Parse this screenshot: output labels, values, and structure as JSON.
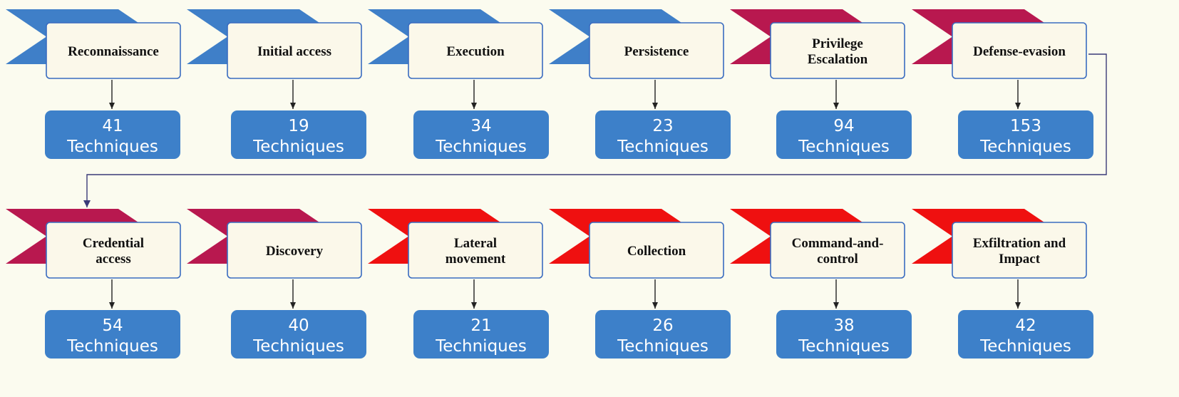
{
  "colors": {
    "background": "#fbfbef",
    "chevron_blue": "#3f7fc8",
    "chevron_crimson": "#b8184f",
    "chevron_red": "#ef1010",
    "label_box_fill": "#fbf8ea",
    "label_box_border": "#3a6cc0",
    "count_box_fill": "#3d80c9",
    "arrow": "#222222",
    "connector": "#3a3a78"
  },
  "rows": [
    {
      "tactics": [
        {
          "label": [
            "Reconnaissance"
          ],
          "count": "41",
          "unit": "Techniques",
          "chevron_color": "blue"
        },
        {
          "label": [
            "Initial access"
          ],
          "count": "19",
          "unit": "Techniques",
          "chevron_color": "blue"
        },
        {
          "label": [
            "Execution"
          ],
          "count": "34",
          "unit": "Techniques",
          "chevron_color": "blue"
        },
        {
          "label": [
            "Persistence"
          ],
          "count": "23",
          "unit": "Techniques",
          "chevron_color": "blue"
        },
        {
          "label": [
            "Privilege",
            "Escalation"
          ],
          "count": "94",
          "unit": "Techniques",
          "chevron_color": "crimson"
        },
        {
          "label": [
            "Defense-evasion"
          ],
          "count": "153",
          "unit": "Techniques",
          "chevron_color": "crimson"
        }
      ]
    },
    {
      "tactics": [
        {
          "label": [
            "Credential",
            "access"
          ],
          "count": "54",
          "unit": "Techniques",
          "chevron_color": "crimson"
        },
        {
          "label": [
            "Discovery"
          ],
          "count": "40",
          "unit": "Techniques",
          "chevron_color": "crimson"
        },
        {
          "label": [
            "Lateral",
            "movement"
          ],
          "count": "21",
          "unit": "Techniques",
          "chevron_color": "red"
        },
        {
          "label": [
            "Collection"
          ],
          "count": "26",
          "unit": "Techniques",
          "chevron_color": "red"
        },
        {
          "label": [
            "Command-and-",
            "control"
          ],
          "count": "38",
          "unit": "Techniques",
          "chevron_color": "red"
        },
        {
          "label": [
            "Exfiltration and",
            "Impact"
          ],
          "count": "42",
          "unit": "Techniques",
          "chevron_color": "red"
        }
      ]
    }
  ]
}
